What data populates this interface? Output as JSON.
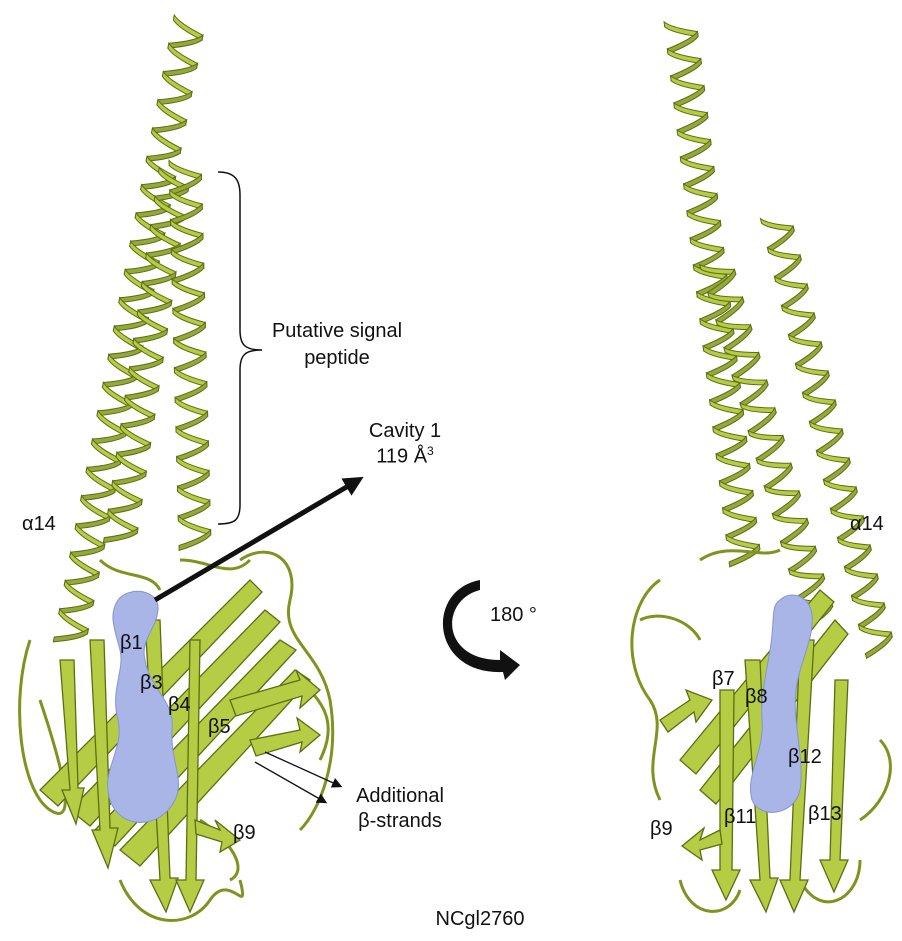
{
  "colors": {
    "protein": "#b5cc45",
    "protein_outline": "#5d6d12",
    "cavity": "#a9b5e6",
    "ink": "#111111"
  },
  "structures": [
    {
      "view": "front",
      "labels": {
        "helix": "α14",
        "strands": [
          "β1",
          "β3",
          "β4",
          "β5",
          "β9"
        ]
      }
    },
    {
      "view": "rotated",
      "labels": {
        "helix": "α14",
        "strands": [
          "β7",
          "β8",
          "β12",
          "β9",
          "β11",
          "β13"
        ]
      }
    }
  ],
  "annotations": {
    "signal_peptide": "Putative signal peptide",
    "cavity_name": "Cavity 1",
    "cavity_volume": "119 Å",
    "cavity_volume_exp": "3",
    "additional": "Additional",
    "additional_2": "β-strands",
    "rotation": "180 °"
  },
  "caption": "NCgl2760"
}
